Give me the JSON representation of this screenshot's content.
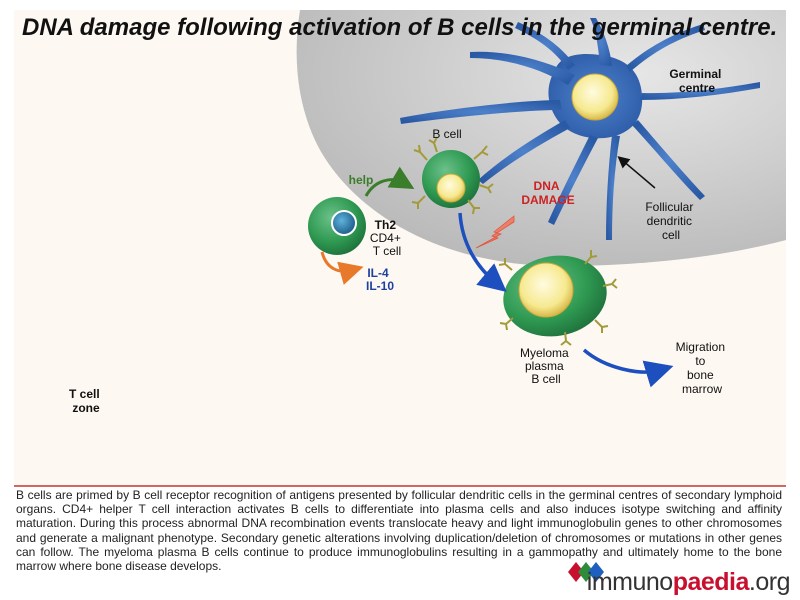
{
  "title": "DNA damage following activation of B cells in the germinal centre.",
  "labels": {
    "germinal_centre": [
      "Germinal",
      "centre"
    ],
    "b_cell": "B cell",
    "help": "help",
    "dna_damage": [
      "DNA",
      "DAMAGE"
    ],
    "follicular": [
      "Follicular",
      "dendritic",
      "cell"
    ],
    "th2": [
      "Th2",
      "CD4+",
      "T cell"
    ],
    "il4": "IL-4",
    "il10": "IL-10",
    "myeloma": [
      "Myeloma",
      "plasma",
      "B cell"
    ],
    "migration": [
      "Migration",
      "to",
      "bone",
      "marrow"
    ],
    "t_cell_zone": [
      "T cell",
      "zone"
    ]
  },
  "caption": "B cells are primed by B cell receptor recognition of antigens presented by follicular dendritic cells in the germinal centres of secondary lymphoid organs. CD4+ helper T cell interaction activates B cells to differentiate into plasma cells and also induces isotype switching and affinity maturation. During this process abnormal DNA recombination events translocate heavy and light immunoglobulin genes to other chromosomes and generate a malignant phenotype. Secondary genetic alterations involving duplication/deletion of chromosomes or mutations in other genes can follow. The  myeloma plasma B cells continue to produce immunoglobulins resulting in a gammopathy and ultimately home to the bone marrow where bone disease develops.",
  "logo": {
    "prefix": "immuno",
    "highlight": "paedia",
    "suffix": ".org"
  },
  "colors": {
    "background": "#fdf8f2",
    "germinal_centre": "#c9c9c9",
    "dendritic_cell": "#3566b0",
    "cell_green": "#2f9a52",
    "nucleus_yellow": "#f3e79a",
    "nucleus_blue": "#2f86b4",
    "help_green": "#3a7d2a",
    "il_orange": "#e8792b",
    "il_blue": "#1f3fa0",
    "dna_red": "#cc2222",
    "arrow_blue": "#1e4fbf",
    "divider": "#c0392b"
  },
  "icons": [
    "lightning-bolt-icon",
    "receptor-icon",
    "arrow-icon"
  ]
}
